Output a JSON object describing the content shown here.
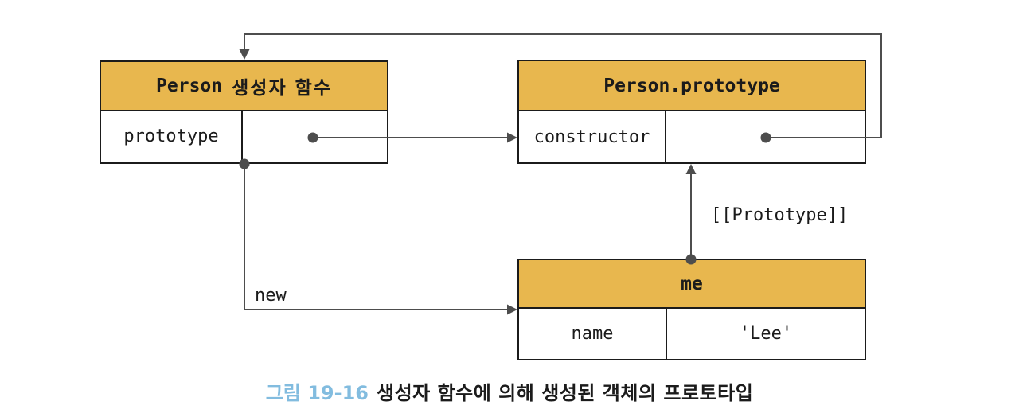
{
  "diagram": {
    "person_box": {
      "title_code": "Person",
      "title_korean": "생성자 함수",
      "row": {
        "key": "prototype",
        "value": ""
      }
    },
    "prototype_box": {
      "title": "Person.prototype",
      "row": {
        "key": "constructor",
        "value": ""
      }
    },
    "me_box": {
      "title": "me",
      "row": {
        "key": "name",
        "value": "'Lee'"
      }
    },
    "labels": {
      "new_keyword": "new",
      "prototype_link": "[[Prototype]]"
    }
  },
  "caption": {
    "figure_label": "그림 19-16",
    "text": "생성자 함수에 의해 생성된 객체의 프로토타입"
  },
  "colors": {
    "header_yellow": "#e8b74e",
    "line_gray": "#4d4d4d",
    "border_black": "#1b1b1b",
    "caption_blue": "#82bcdf"
  }
}
